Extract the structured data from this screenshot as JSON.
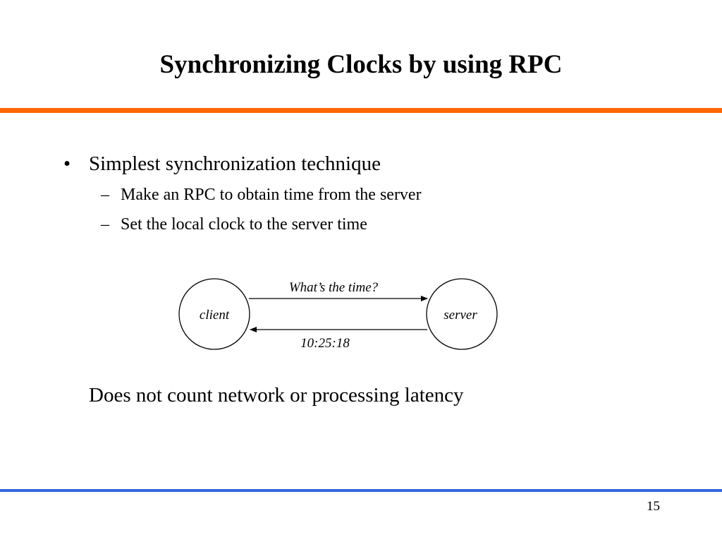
{
  "slide": {
    "title": "Synchronizing Clocks by using RPC",
    "accent_top_color": "#ff6600",
    "accent_bottom_color": "#3366dd",
    "page_number": "15"
  },
  "bullets": [
    {
      "mark": "•",
      "text": "Simplest synchronization technique",
      "subitems": [
        {
          "mark": "–",
          "text": "Make an RPC to obtain time from the server"
        },
        {
          "mark": "–",
          "text": "Set the local clock to the server time"
        }
      ]
    }
  ],
  "diagram": {
    "nodes": [
      {
        "id": "client",
        "label": "client"
      },
      {
        "id": "server",
        "label": "server"
      }
    ],
    "edges": [
      {
        "from": "client",
        "to": "server",
        "label": "What’s the time?"
      },
      {
        "from": "server",
        "to": "client",
        "label": "10:25:18"
      }
    ]
  },
  "note": "Does not count network or processing latency"
}
